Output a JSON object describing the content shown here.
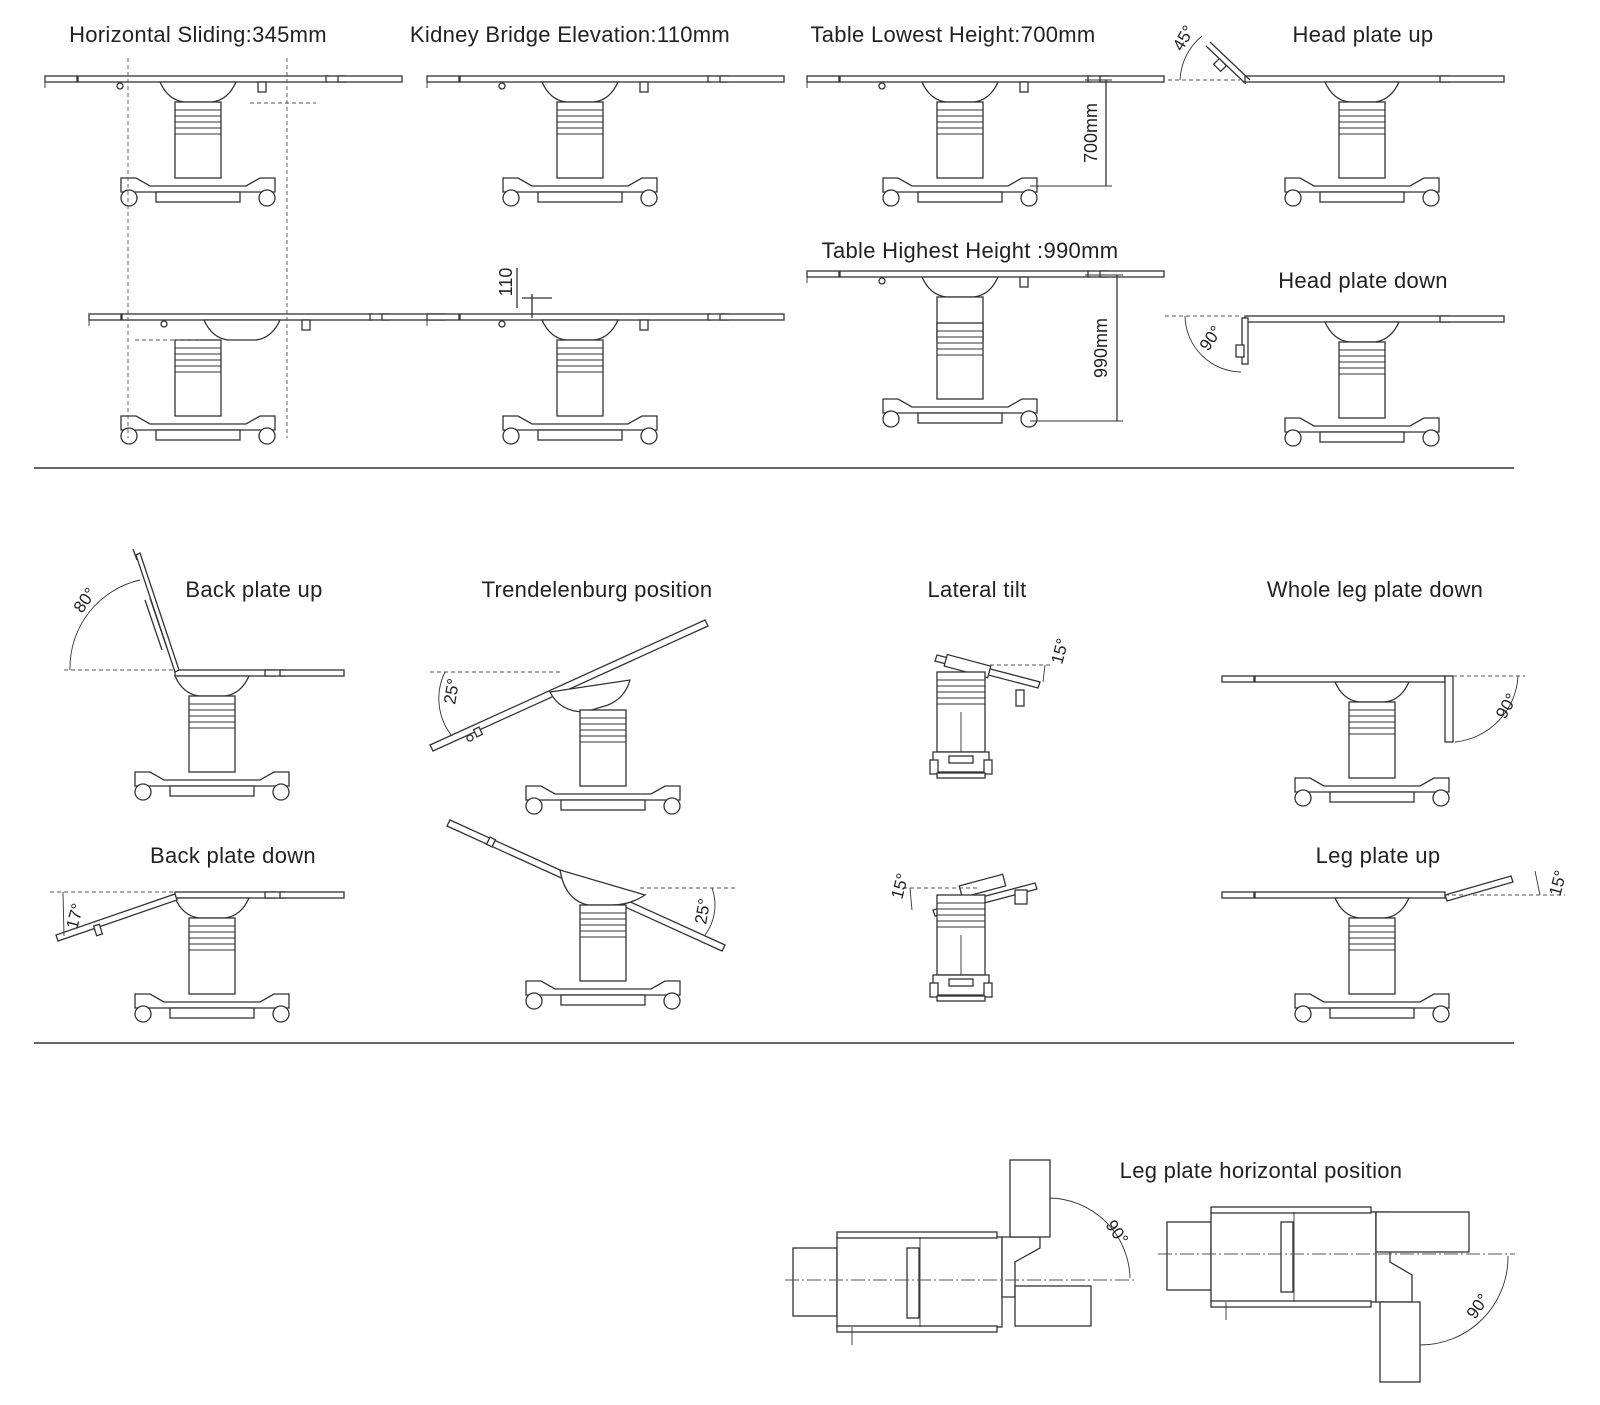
{
  "labels": {
    "horizontal_sliding": "Horizontal Sliding:345mm",
    "kidney_bridge": "Kidney Bridge Elevation:110mm",
    "lowest_height": "Table Lowest Height:700mm",
    "head_up": "Head plate up",
    "highest_height": "Table Highest Height :990mm",
    "head_down": "Head plate down",
    "back_up": "Back plate up",
    "trendelenburg": "Trendelenburg position",
    "lateral_tilt": "Lateral tilt",
    "whole_leg_down": "Whole leg plate down",
    "back_down": "Back plate down",
    "leg_up": "Leg plate up",
    "leg_horizontal": "Leg plate horizontal position"
  },
  "dimensions": {
    "kidney_110": "110",
    "height_700": "700mm",
    "height_990": "990mm"
  },
  "angles": {
    "head_up": "45°",
    "head_down": "90°",
    "back_up": "80°",
    "trend_a": "25°",
    "trend_b": "25°",
    "lateral_a": "15°",
    "lateral_b": "15°",
    "leg_down": "90°",
    "back_down": "17°",
    "leg_up": "15°",
    "horiz_a": "90°",
    "horiz_b": "90°"
  }
}
